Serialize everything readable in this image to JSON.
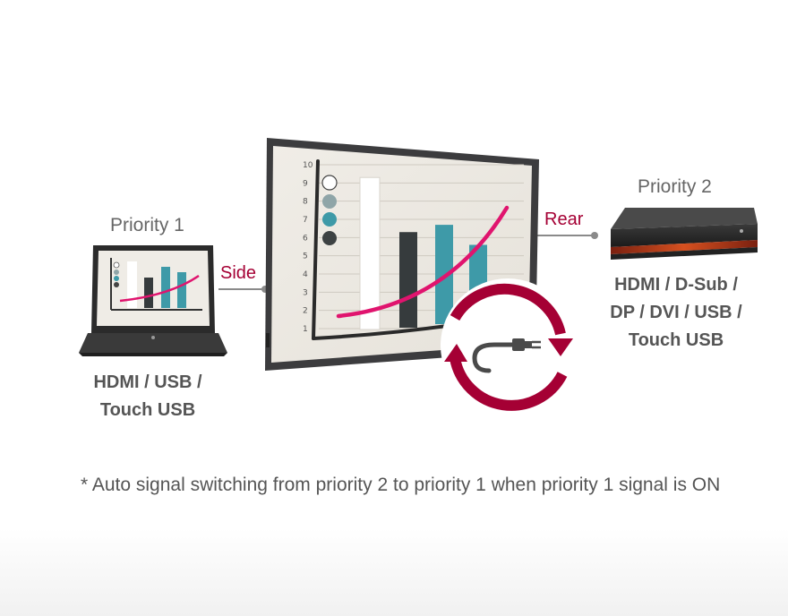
{
  "colors": {
    "brand": "#a50034",
    "accent_pink": "#e0146e",
    "teal": "#3e9aa8",
    "dark_bar": "#363b3d",
    "label_gray": "#666666",
    "spec_gray": "#555555"
  },
  "chart_data": {
    "type": "bar",
    "categories": [
      "",
      "",
      "",
      ""
    ],
    "values": [
      9.3,
      6.3,
      6.7,
      5.6
    ],
    "yticks": [
      "1",
      "2",
      "3",
      "4",
      "5",
      "6",
      "7",
      "8",
      "9",
      "10"
    ],
    "ylim": [
      1,
      10
    ],
    "title": "",
    "xlabel": "",
    "ylabel": ""
  },
  "diagram": {
    "left_device": {
      "priority_label": "Priority 1",
      "specs": [
        "HDMI / USB /",
        "Touch USB"
      ],
      "port_label": "Side",
      "icon": "laptop-icon"
    },
    "right_device": {
      "priority_label": "Priority 2",
      "specs": [
        "HDMI / D-Sub /",
        "DP / DVI / USB /",
        "Touch USB"
      ],
      "port_label": "Rear",
      "icon": "pc-box-icon"
    },
    "center_display": {
      "icon": "display-icon"
    },
    "switch_icon": "auto-switch-icon",
    "footnote": "* Auto signal switching from priority 2 to priority 1 when priority 1 signal is ON"
  }
}
